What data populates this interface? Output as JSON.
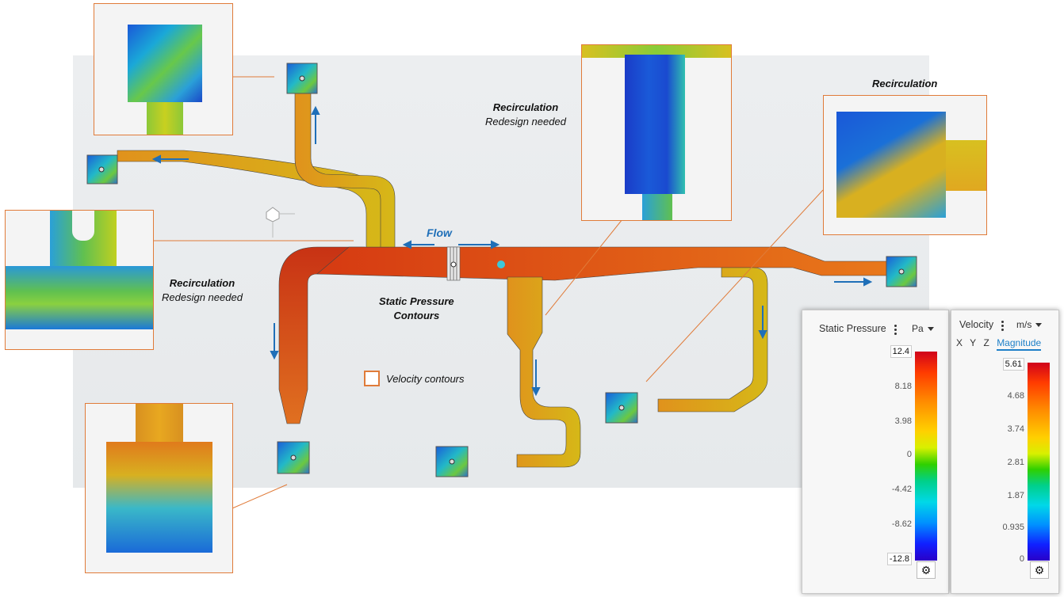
{
  "labels": {
    "flow": "Flow",
    "recirc_top_bold": "Recirculation",
    "recirc_top_sub": "Redesign needed",
    "recirc_right": "Recirculation",
    "recirc_left_bold": "Recirculation",
    "recirc_left_sub": "Redesign needed",
    "static_pressure_l1": "Static Pressure",
    "static_pressure_l2": "Contours",
    "velocity_legend": "Velocity contours"
  },
  "pressure_panel": {
    "title": "Static Pressure",
    "unit": "Pa",
    "ticks": [
      "12.4",
      "8.18",
      "3.98",
      "0",
      "-4.42",
      "-8.62",
      "-12.8"
    ],
    "max": 12.4,
    "min": -12.8
  },
  "velocity_panel": {
    "title": "Velocity",
    "unit": "m/s",
    "components": [
      "X",
      "Y",
      "Z",
      "Magnitude"
    ],
    "active_component": "Magnitude",
    "ticks": [
      "5.61",
      "4.68",
      "3.74",
      "2.81",
      "1.87",
      "0.935",
      "0"
    ],
    "max": 5.61,
    "min": 0
  },
  "icons": {
    "settings": "gear-icon",
    "menu": "kebab-icon",
    "dropdown": "caret-down-icon",
    "flow_arrow": "arrow-icon"
  },
  "colors": {
    "callout": "#e07b39",
    "flow_arrow": "#1f6fb8",
    "accent": "#1f80c8"
  }
}
